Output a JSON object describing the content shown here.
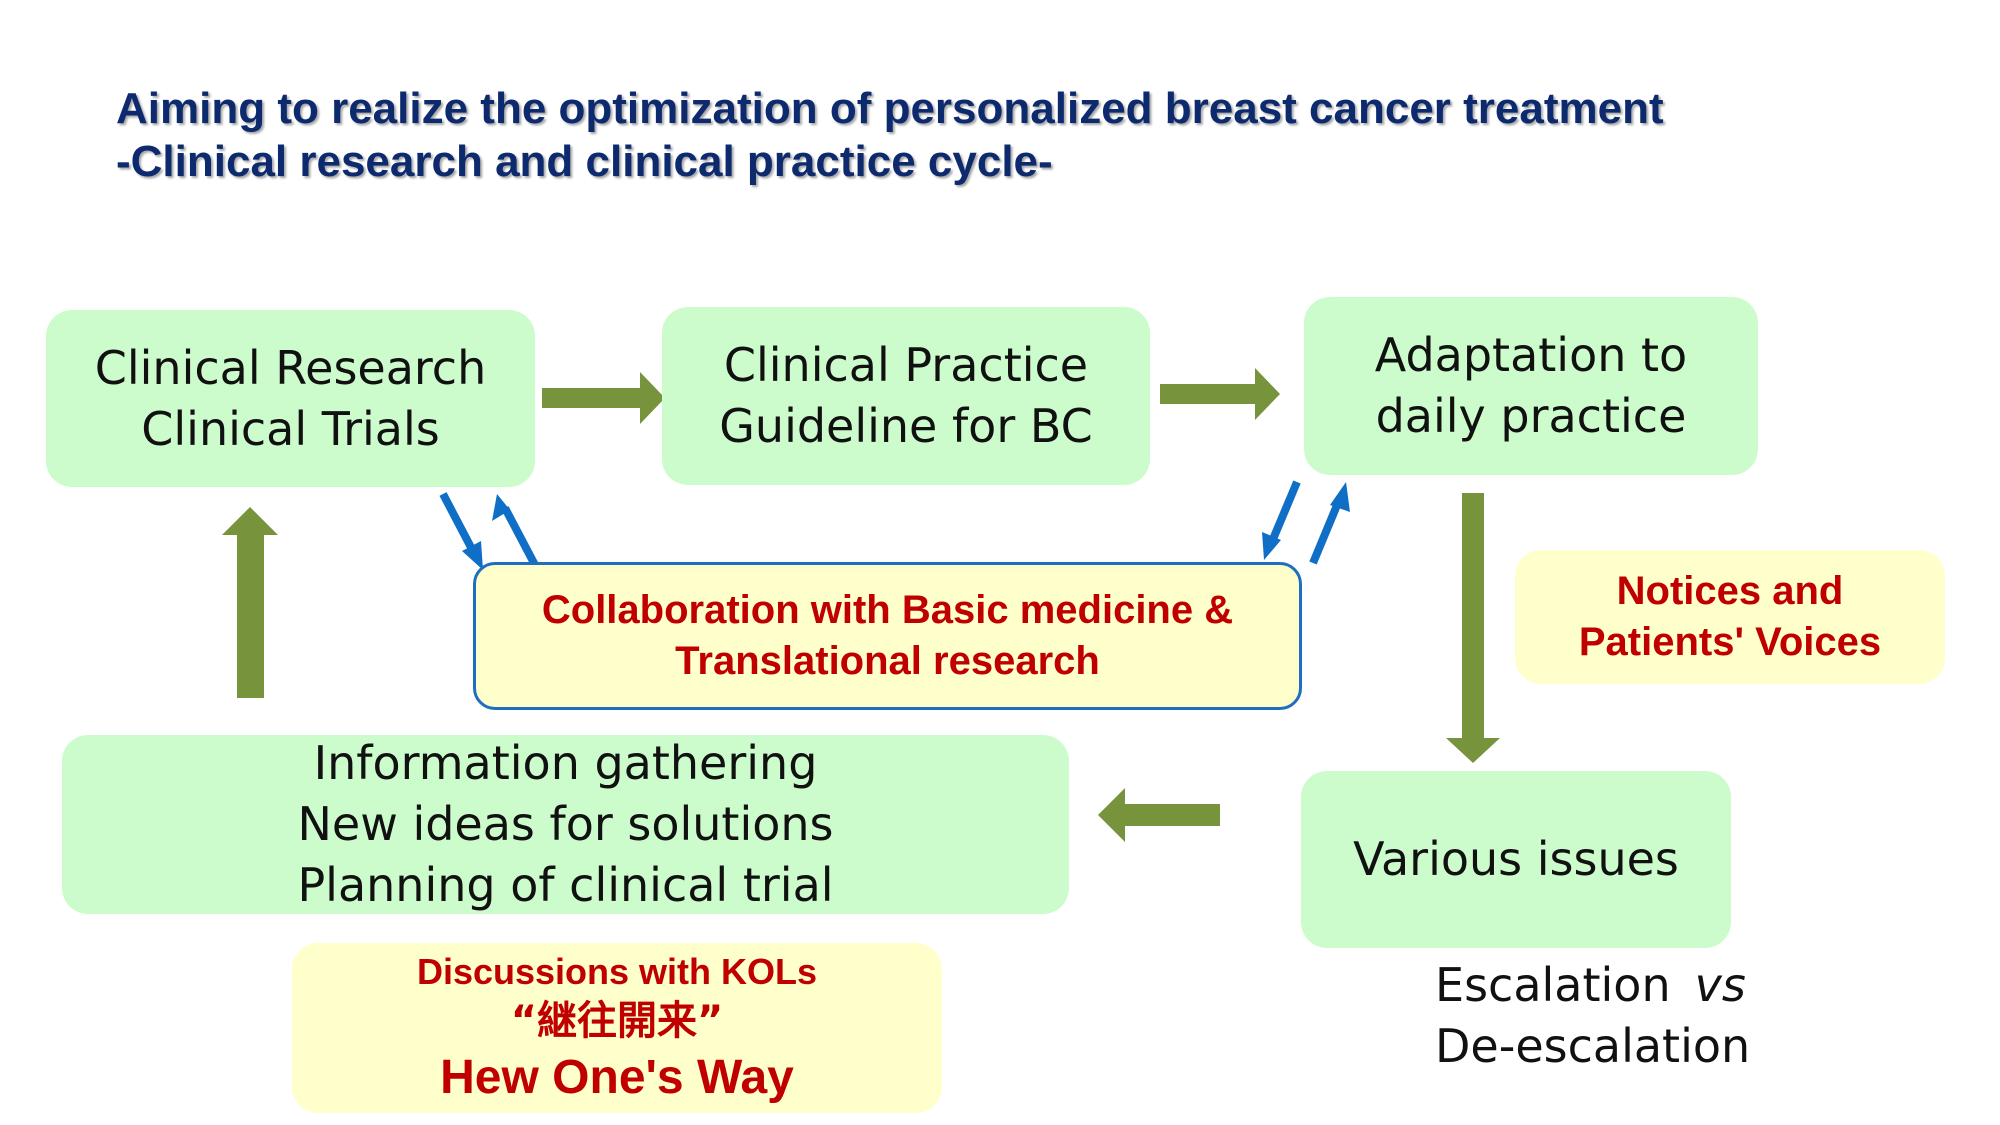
{
  "title": {
    "line1": "Aiming to realize the optimization of personalized breast cancer treatment",
    "line2": "-Clinical research and clinical practice cycle-"
  },
  "boxes": {
    "research": {
      "line1": "Clinical Research",
      "line2": "Clinical Trials"
    },
    "guideline": {
      "line1": "Clinical Practice",
      "line2": "Guideline for BC"
    },
    "adaptation": {
      "line1": "Adaptation to",
      "line2": "daily practice"
    },
    "issues": {
      "line1": "Various issues"
    },
    "info": {
      "line1": "Information gathering",
      "line2": "New ideas for solutions",
      "line3": "Planning of clinical trial"
    }
  },
  "collaboration": {
    "line1": "Collaboration with Basic medicine &",
    "line2": "Translational research"
  },
  "notices": {
    "line1": "Notices and",
    "line2": "Patients' Voices"
  },
  "discussions": {
    "line1": "Discussions with KOLs",
    "line2": "“継往開来”",
    "line3": "Hew One's Way"
  },
  "escalation": {
    "word1": "Escalation",
    "vs": "vs",
    "word2": "De-escalation"
  },
  "colors": {
    "box_fill": "#ccfccc",
    "note_fill": "#ffffcc",
    "arrow_green": "#77933c",
    "arrow_blue": "#0f6ec6",
    "title_navy": "#0d2a6e",
    "accent_red": "#c00000"
  }
}
